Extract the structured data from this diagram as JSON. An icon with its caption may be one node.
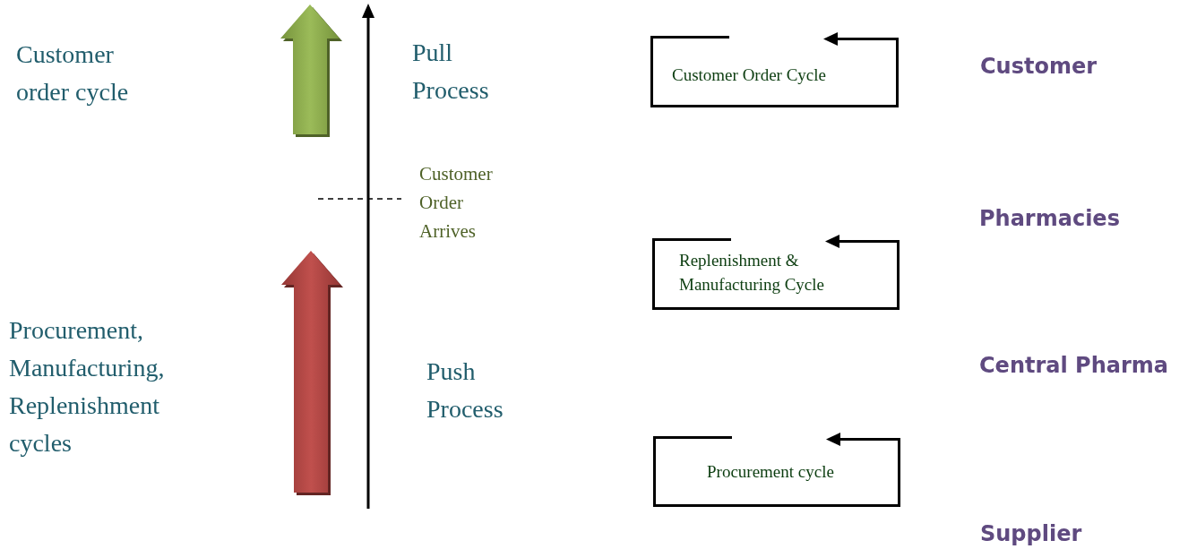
{
  "diagram": {
    "nodes": [
      {
        "text": [
          "Customer Order Cycle"
        ]
      },
      {
        "text": [
          "Replenishment & Manufacturing Cycle"
        ]
      },
      {
        "text": [
          "Procurement cycle"
        ]
      }
    ],
    "labels": [
      "Customer order cycle",
      "Pull Process",
      "Customer",
      "Customer Order Arrives",
      "Pharmacies",
      "Procurement, Manufacturing, Replenishment cycles",
      "Push Process",
      "Central Pharma",
      "Supplier"
    ]
  }
}
